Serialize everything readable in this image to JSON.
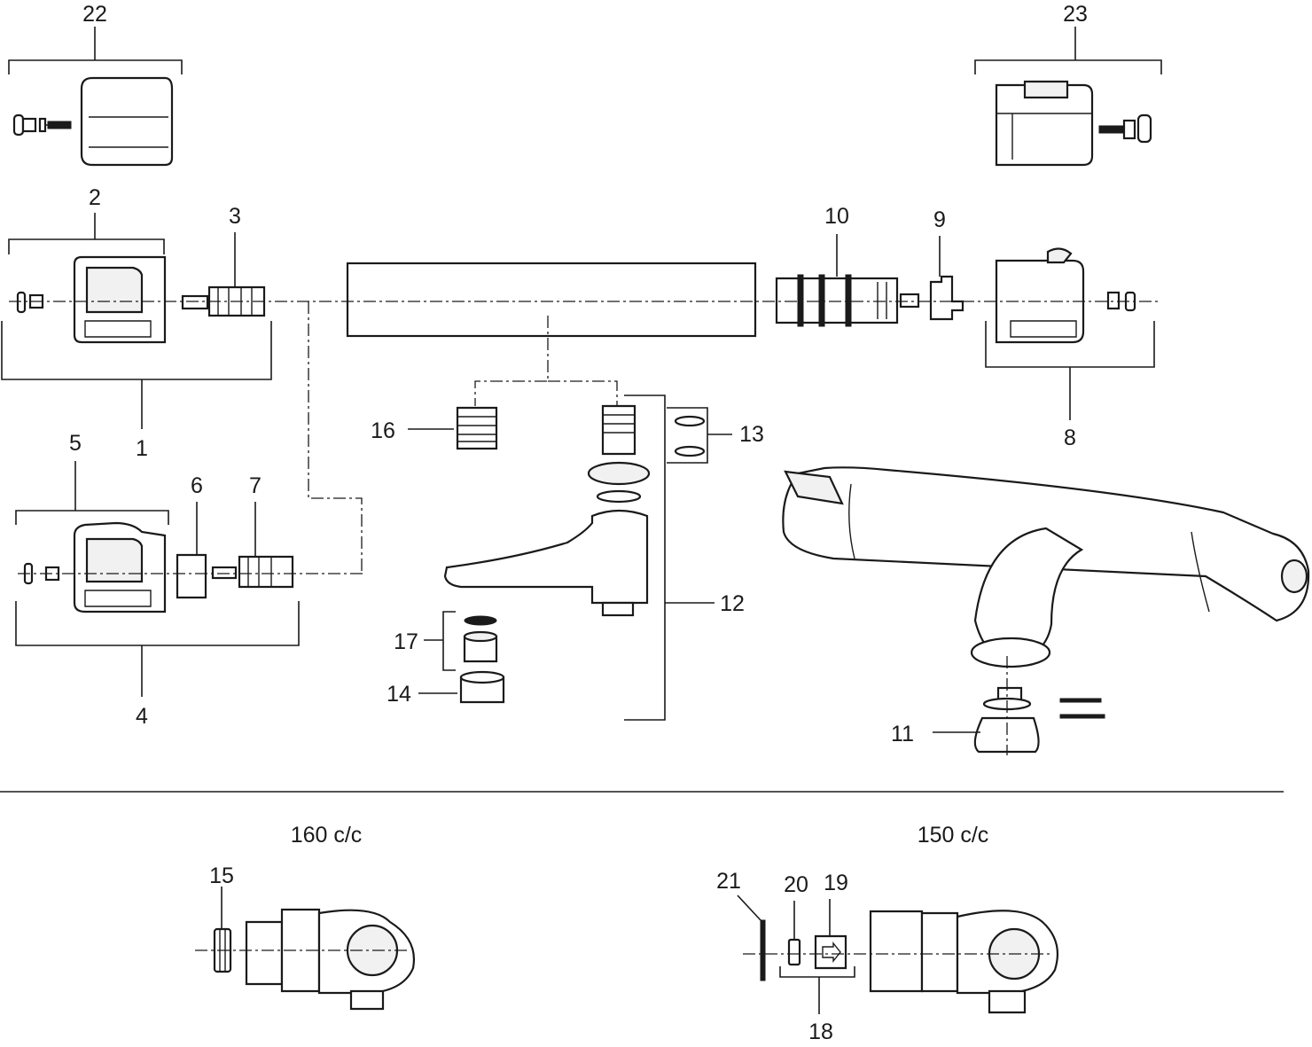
{
  "callouts": {
    "c1": "1",
    "c2": "2",
    "c3": "3",
    "c4": "4",
    "c5": "5",
    "c6": "6",
    "c7": "7",
    "c8": "8",
    "c9": "9",
    "c10": "10",
    "c11": "11",
    "c12": "12",
    "c13": "13",
    "c14": "14",
    "c15": "15",
    "c16": "16",
    "c17": "17",
    "c18": "18",
    "c19": "19",
    "c20": "20",
    "c21": "21",
    "c22": "22",
    "c23": "23"
  },
  "captions": {
    "left_centres": "160 c/c",
    "right_centres": "150 c/c"
  }
}
